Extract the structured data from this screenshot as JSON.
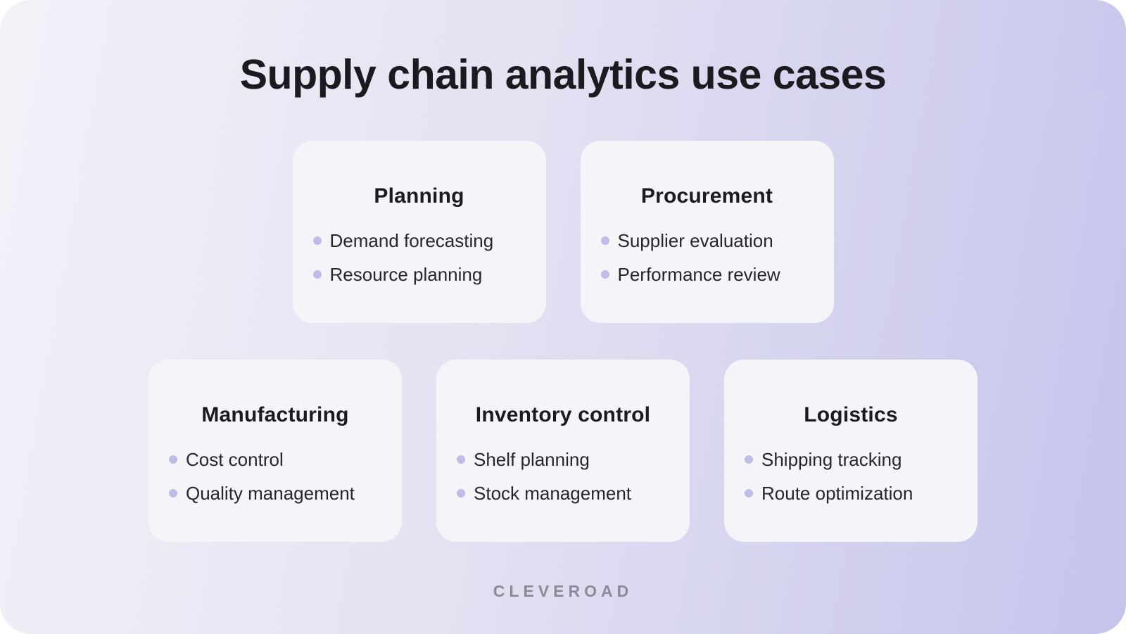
{
  "title": "Supply chain analytics use cases",
  "rows": [
    {
      "cards": [
        {
          "heading": "Planning",
          "items": [
            "Demand forecasting",
            "Resource planning"
          ]
        },
        {
          "heading": "Procurement",
          "items": [
            "Supplier evaluation",
            "Performance review"
          ]
        }
      ]
    },
    {
      "cards": [
        {
          "heading": "Manufacturing",
          "items": [
            "Cost control",
            "Quality management"
          ]
        },
        {
          "heading": "Inventory control",
          "items": [
            "Shelf planning",
            "Stock management"
          ]
        },
        {
          "heading": "Logistics",
          "items": [
            "Shipping tracking",
            "Route optimization"
          ]
        }
      ]
    }
  ],
  "footer": {
    "brand": "CLEVEROAD"
  },
  "icons": {
    "bullet_dot": "filled-circle"
  },
  "colors": {
    "background_gradient_start": "#f3f3f9",
    "background_gradient_end": "#c6c4ec",
    "card_background": "#f5f5fa",
    "title_text": "#1a191e",
    "body_text": "#26252b",
    "bullet_dot": "#bfbce8",
    "brand_text": "#8b8a95"
  }
}
